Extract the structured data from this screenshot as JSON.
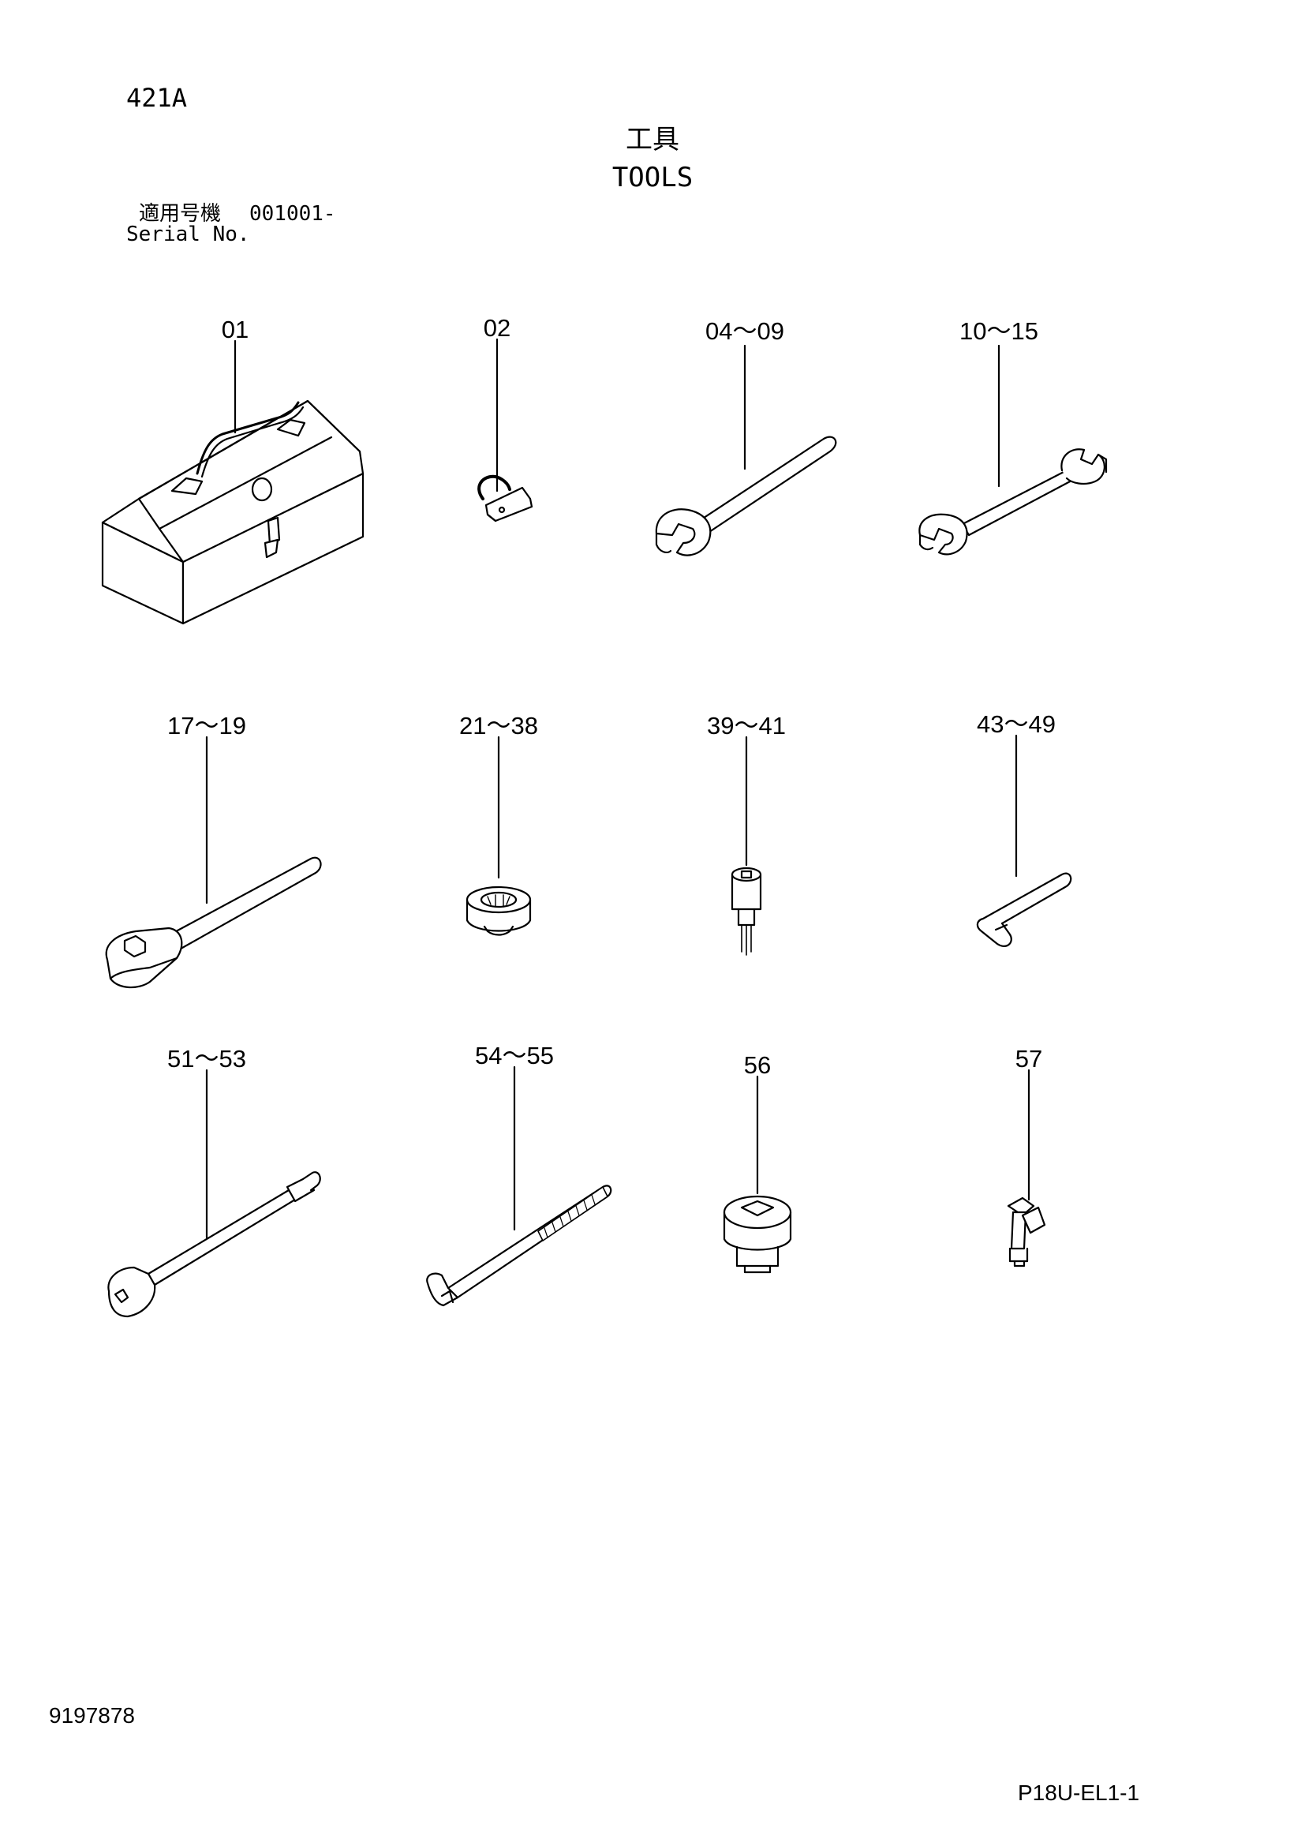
{
  "header": {
    "page_code": "421A",
    "title_jp": "工具",
    "title_en": "TOOLS",
    "serial_label_jp": "適用号機",
    "serial_value": "001001-",
    "serial_label_en": "Serial No."
  },
  "footer": {
    "doc_number": "9197878",
    "drawing_code": "P18U-EL1-1"
  },
  "parts": [
    {
      "id": "toolbox",
      "label": "01"
    },
    {
      "id": "lock",
      "label": "02"
    },
    {
      "id": "single-end-wrench",
      "label": "04～09"
    },
    {
      "id": "double-end-wrench",
      "label": "10～15"
    },
    {
      "id": "ratchet-handle",
      "label": "17～19"
    },
    {
      "id": "socket",
      "label": "21～38"
    },
    {
      "id": "hex-bit-socket",
      "label": "39～41"
    },
    {
      "id": "hex-key",
      "label": "43～49"
    },
    {
      "id": "extension-bar",
      "label": "51～53"
    },
    {
      "id": "l-wrench-bolt",
      "label": "54～55"
    },
    {
      "id": "large-socket",
      "label": "56"
    },
    {
      "id": "adapter",
      "label": "57"
    }
  ]
}
